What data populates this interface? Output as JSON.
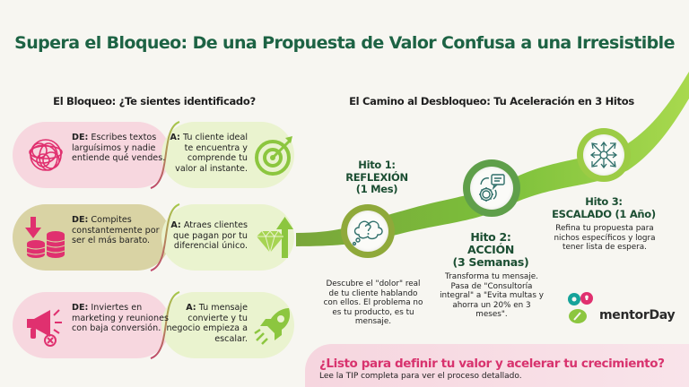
{
  "title": "Supera el Bloqueo: De una Propuesta de Valor Confusa a una Irresistible",
  "left_section": {
    "title": "El Bloqueo: ¿Te sientes identificado?",
    "rows": [
      {
        "de_label": "DE:",
        "de_text": " Escribes textos larguísimos y nadie entiende qué vendes.",
        "de_icon": "tangled-scribble-icon",
        "a_label": "A:",
        "a_text": " Tu cliente ideal te encuentra y comprende tu valor al instante.",
        "a_icon": "target-arrow-icon"
      },
      {
        "de_label": "DE:",
        "de_text": " Compites constantemente por ser el más barato.",
        "de_icon": "down-arrow-coins-icon",
        "a_label": "A:",
        "a_text": " Atraes clientes que pagan por tu diferencial único.",
        "a_icon": "diamond-up-arrow-icon"
      },
      {
        "de_label": "DE:",
        "de_text": " Inviertes en marketing y reuniones con baja conversión.",
        "de_icon": "megaphone-cancel-icon",
        "a_label": "A:",
        "a_text": " Tu mensaje convierte y tu negocio empieza a escalar.",
        "a_icon": "rocket-icon"
      }
    ]
  },
  "right_section": {
    "title": "El Camino al Desbloqueo: Tu Aceleración en 3 Hitos",
    "hitos": [
      {
        "line1": "Hito 1:",
        "line2": "REFLEXIÓN",
        "line3": "(1 Mes)",
        "description": "Descubre el \"dolor\" real de tu cliente hablando con ellos. El problema no es tu producto, es tu mensaje.",
        "icon": "thought-cloud-question-icon"
      },
      {
        "line1": "Hito 2:",
        "line2": "ACCIÓN",
        "line3": "(3 Semanas)",
        "description": "Transforma tu mensaje. Pasa de \"Consultoría integral\" a \"Evita multas y ahorra un 20% en 3 meses\".",
        "icon": "gear-chat-cycle-icon"
      },
      {
        "line1": "Hito 3:",
        "line2": "ESCALADO (1 Año)",
        "description": "Refina tu propuesta para nichos específicos y logra tener lista de espera.",
        "icon": "expand-arrows-icon"
      }
    ]
  },
  "cta": {
    "title": "¿Listo para definir tu valor y acelerar tu crecimiento?",
    "subtitle": "Lee la TIP completa para ver el proceso detallado."
  },
  "brand": {
    "name": "mentorDay"
  },
  "colors": {
    "title_green": "#1d6344",
    "pink_accent": "#e0306f",
    "lime_accent": "#8cc63f",
    "path_green": "#7bbf3a"
  }
}
